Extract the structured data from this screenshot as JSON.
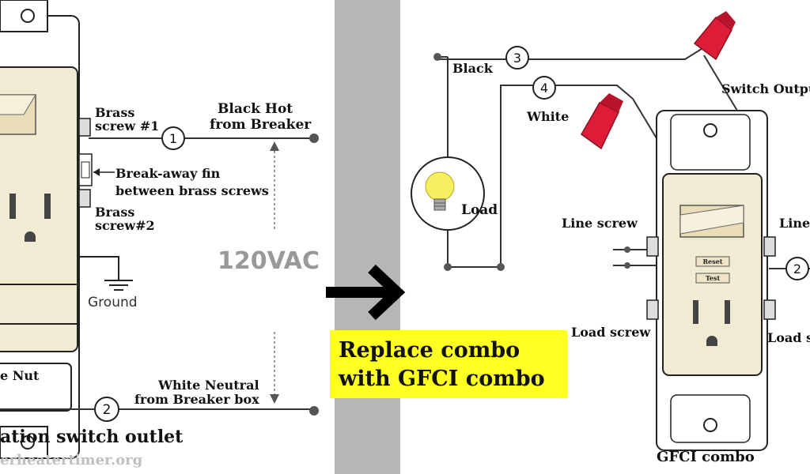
{
  "left_panel": {
    "brass_screw_1": [
      "Brass",
      "screw #1"
    ],
    "black_hot": [
      "Black Hot",
      "from Breaker"
    ],
    "break_away": [
      "Break-away fin",
      "between brass screws"
    ],
    "brass_screw_2": [
      "Brass",
      "screw#2"
    ],
    "voltage": "120VAC",
    "ground": "Ground",
    "nut_fragment": "e Nut",
    "white_neutral": [
      "White Neutral",
      "from Breaker box"
    ],
    "caption_fragment": "ation switch outlet",
    "watermark": "erheatertimer.org",
    "marker_1": "1",
    "marker_2": "2"
  },
  "banner": {
    "lines": [
      "Replace combo",
      "with GFCI combo"
    ],
    "color": "#ffff22"
  },
  "right_panel": {
    "black": "Black",
    "white": "White",
    "load": "Load",
    "switch_output": "Switch Outpu",
    "line_screw_left": "Line screw",
    "line_right": "Line",
    "load_screw_left": "Load screw",
    "load_right": "Load s",
    "reset": "Reset",
    "test": "Test",
    "caption": "GFCI combo",
    "marker_3": "3",
    "marker_4": "4",
    "marker_2": "2"
  },
  "colors": {
    "divider": "#b7b5b8",
    "wire_nut": "#dd1c38",
    "device_body": "#f2ebd4",
    "bulb": "#f7ee60"
  }
}
